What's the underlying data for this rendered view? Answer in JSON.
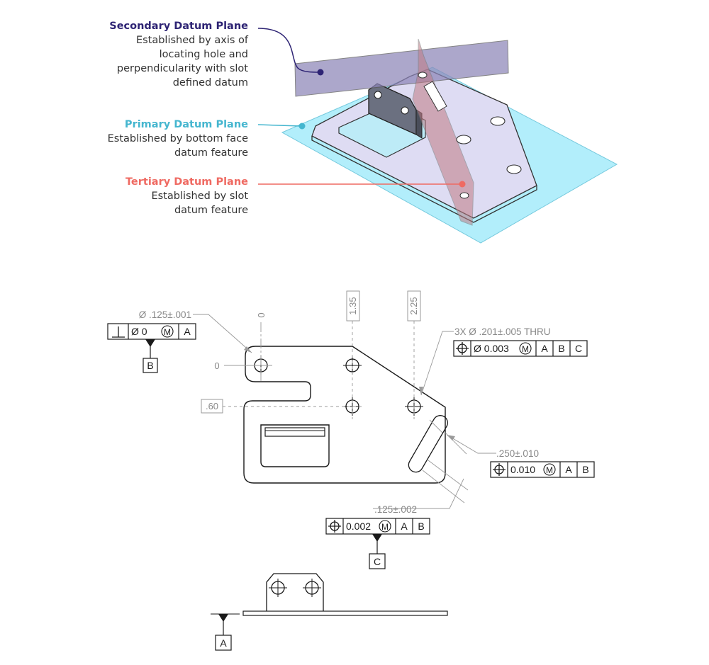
{
  "colors": {
    "secondary": "#2e2474",
    "primary": "#45b6cf",
    "tertiary": "#ef6a62",
    "drawing": "#1a1a1a",
    "dimension": "#888888",
    "primary_plane_fill": "#aeeefb",
    "secondary_plane_fill": "#8d86b8",
    "tertiary_plane_fill": "#c07a84"
  },
  "callouts": {
    "secondary": {
      "title": "Secondary Datum Plane",
      "lines": [
        "Established by axis of",
        "locating hole and",
        "perpendicularity with slot",
        "defined datum"
      ]
    },
    "primary": {
      "title": "Primary Datum Plane",
      "lines": [
        "Established by bottom face",
        "datum feature"
      ]
    },
    "tertiary": {
      "title": "Tertiary Datum Plane",
      "lines": [
        "Established by slot",
        "datum feature"
      ]
    }
  },
  "drawing": {
    "hole_dim": "Ø .125±.001",
    "ordinate_top_0": "0",
    "ordinate_left_0": "0",
    "box_135": "1.35",
    "box_225": "2.25",
    "box_60": ".60",
    "thru_note": "3X Ø .201±.005 THRU",
    "slot_width_dim": ".250±.010",
    "slot_dim": ".125±.002",
    "fcf_perp": {
      "symbol": "⊥",
      "tol": "Ø 0",
      "mod": "M",
      "ref1": "A"
    },
    "fcf_holes": {
      "tol": "Ø 0.003",
      "mod": "M",
      "ref1": "A",
      "ref2": "B",
      "ref3": "C"
    },
    "fcf_slot_width": {
      "tol": "0.010",
      "mod": "M",
      "ref1": "A",
      "ref2": "B"
    },
    "fcf_slot": {
      "tol": "0.002",
      "mod": "M",
      "ref1": "A",
      "ref2": "B"
    },
    "datum_a": "A",
    "datum_b": "B",
    "datum_c": "C"
  }
}
